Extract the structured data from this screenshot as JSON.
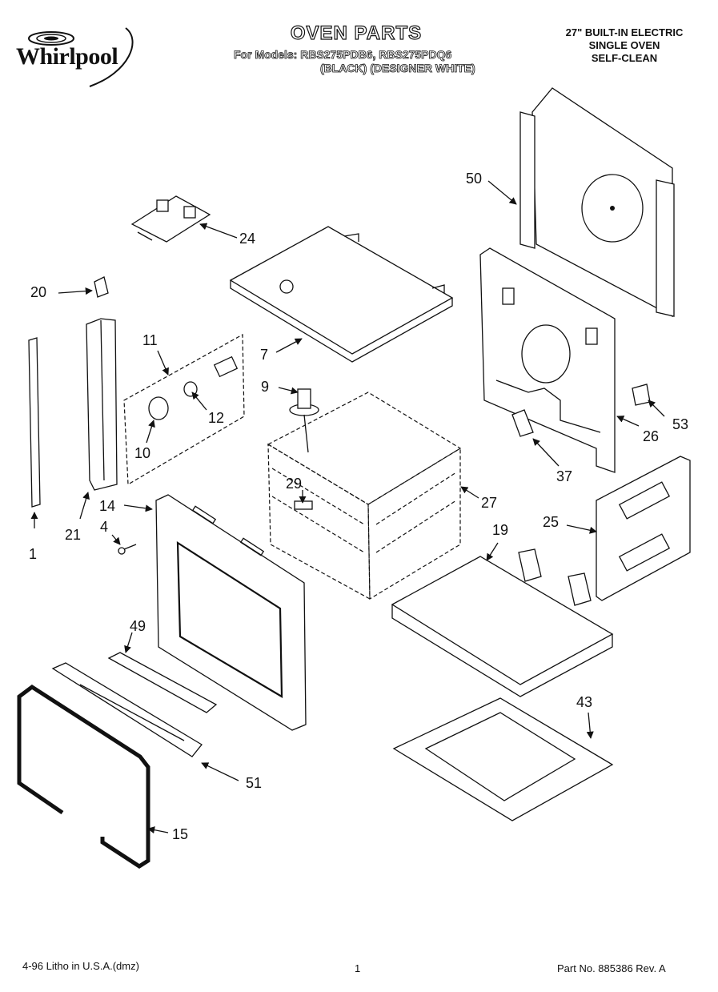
{
  "header": {
    "brand": "Whirlpool",
    "title": "OVEN PARTS",
    "models_line": "For Models: RBS275PDB6, RBS275PDQ6",
    "variants_line": "(BLACK)  (DESIGNER WHITE)",
    "spec_lines": [
      "27\" BUILT-IN ELECTRIC",
      "SINGLE OVEN",
      "SELF-CLEAN"
    ]
  },
  "callouts": {
    "c1": "1",
    "c4": "4",
    "c7": "7",
    "c9": "9",
    "c10": "10",
    "c11": "11",
    "c12": "12",
    "c14": "14",
    "c15": "15",
    "c19": "19",
    "c20": "20",
    "c21": "21",
    "c24": "24",
    "c25": "25",
    "c26": "26",
    "c27": "27",
    "c29": "29",
    "c37": "37",
    "c43": "43",
    "c49": "49",
    "c50": "50",
    "c51": "51",
    "c53": "53"
  },
  "footer": {
    "left": "4-96 Litho in U.S.A.(dmz)",
    "center": "1",
    "right": "Part No. 885386 Rev. A"
  }
}
